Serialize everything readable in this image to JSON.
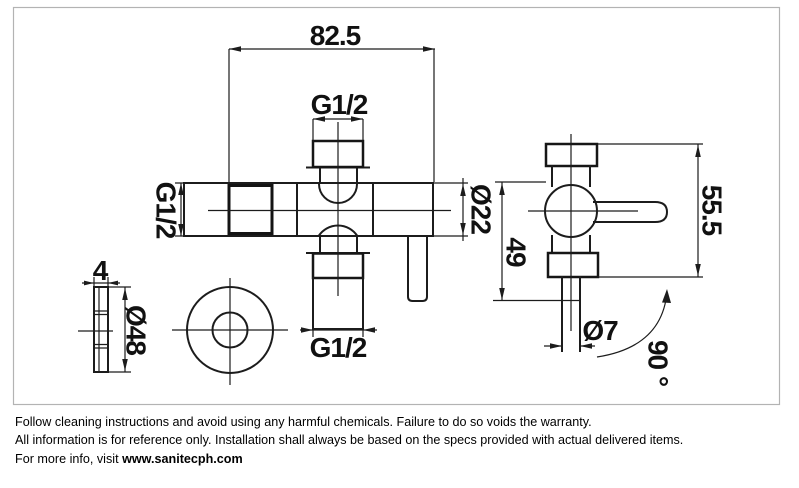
{
  "drawing": {
    "title_hint": "angle-valve technical drawing",
    "dims": {
      "overall_width": "82.5",
      "top_thread": "G1/2",
      "left_thread": "G1/2",
      "bottom_thread": "G1/2",
      "body_diameter": "Ø22",
      "side_height": "55.5",
      "side_depth": "49",
      "rod_diameter": "Ø7",
      "rotation_angle": "90 °",
      "flange_thickness": "4",
      "flange_diameter": "Ø48"
    },
    "colors": {
      "line": "#1c1c1c",
      "border": "#b3b3b3",
      "background": "#ffffff"
    }
  },
  "footer": {
    "line1": "Follow cleaning instructions and avoid using any harmful chemicals. Failure to do so voids the warranty.",
    "line2": "All information is for reference only. Installation shall always be based on the specs provided with actual delivered items.",
    "line3_prefix": "For more info, visit ",
    "website": "www.sanitecph.com"
  }
}
